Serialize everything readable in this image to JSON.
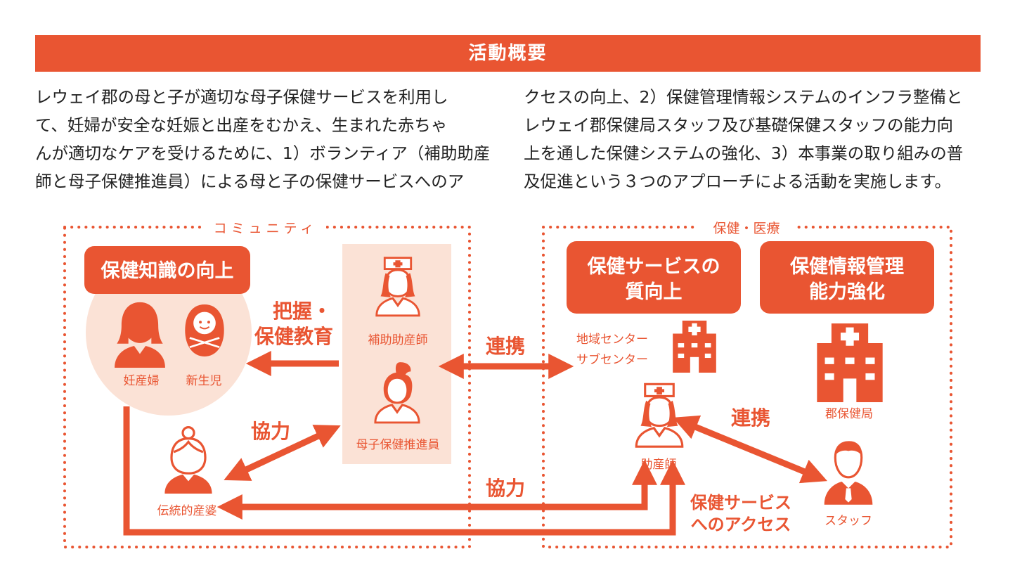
{
  "header": {
    "title": "活動概要"
  },
  "paragraph": {
    "left_lines": [
      "レウェイ郡の母と子が適切な母子保健サービスを利用し",
      "て、妊婦が安全な妊娠と出産をむかえ、生まれた赤ちゃ",
      "んが適切なケアを受けるために、1）ボランティア（補助助産",
      "師と母子保健推進員）による母と子の保健サービスへのア"
    ],
    "right_lines": [
      "クセスの向上、2）保健管理情報システムのインフラ整備と",
      "レウェイ郡保健局スタッフ及び基礎保健スタッフの能力向",
      "上を通した保健システムの強化、3）本事業の取り組みの普",
      "及促進という３つのアプローチによる活動を実施します。"
    ]
  },
  "diagram": {
    "community_label": "コミュニティ",
    "health_label": "保健・医療",
    "box_knowledge": "保健知識の向上",
    "box_service_quality": [
      "保健サービスの",
      "質向上"
    ],
    "box_info_mgmt": [
      "保健情報管理",
      "能力強化"
    ],
    "pregnant_woman": "妊産婦",
    "newborn": "新生児",
    "assistant_midwife": "補助助産師",
    "health_promoter": "母子保健推進員",
    "traditional_birth_attendant": "伝統的産婆",
    "midwife": "助産師",
    "district_health_office": "郡保健局",
    "staff": "スタッフ",
    "health_centers": [
      "地域センター",
      "サブセンター"
    ],
    "arrow_grasp_education": [
      "把握・",
      "保健教育"
    ],
    "arrow_cooperation_top": "協力",
    "arrow_cooperation_bottom": "協力",
    "arrow_link_center": "連携",
    "arrow_link_right": "連携",
    "access_label": [
      "保健サービス",
      "へのアクセス"
    ]
  },
  "colors": {
    "accent": "#e95532",
    "light": "#fbe2d6"
  }
}
